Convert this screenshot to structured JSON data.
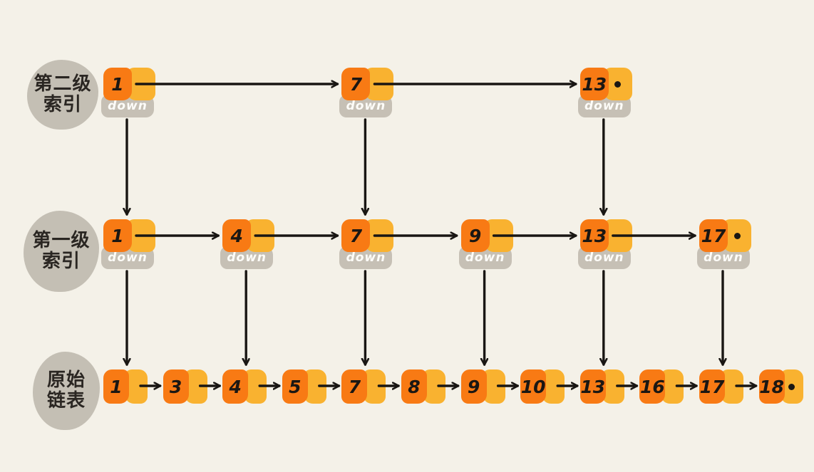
{
  "diagram": {
    "type": "skip-list",
    "down_label": "down",
    "null_pointer_symbol": "dot",
    "rows": [
      {
        "id": "second-level-index",
        "label": "第二级索引",
        "label_lines": [
          "第二级",
          "索引"
        ],
        "kind": "index",
        "values": [
          "1",
          "7",
          "13"
        ],
        "null_tail": true
      },
      {
        "id": "first-level-index",
        "label": "第一级索引",
        "label_lines": [
          "第一级",
          "索引"
        ],
        "kind": "index",
        "values": [
          "1",
          "4",
          "7",
          "9",
          "13",
          "17"
        ],
        "null_tail": true
      },
      {
        "id": "original-linked-list",
        "label": "原始链表",
        "label_lines": [
          "原始",
          "链表"
        ],
        "kind": "list",
        "values": [
          "1",
          "3",
          "4",
          "5",
          "7",
          "8",
          "9",
          "10",
          "13",
          "16",
          "17",
          "18"
        ],
        "null_tail": true
      }
    ],
    "colors": {
      "background": "#f4f1e8",
      "value_cell": "#f87a14",
      "pointer_cell": "#f9b230",
      "down_bg": "#c6c0b5",
      "down_text": "#fdfcf8",
      "row_label_bg": "#c4bfb4",
      "row_label_text": "#2a2622",
      "number_text": "#1b1713",
      "arrow": "#191613",
      "null_dot": "#1b1713"
    }
  }
}
